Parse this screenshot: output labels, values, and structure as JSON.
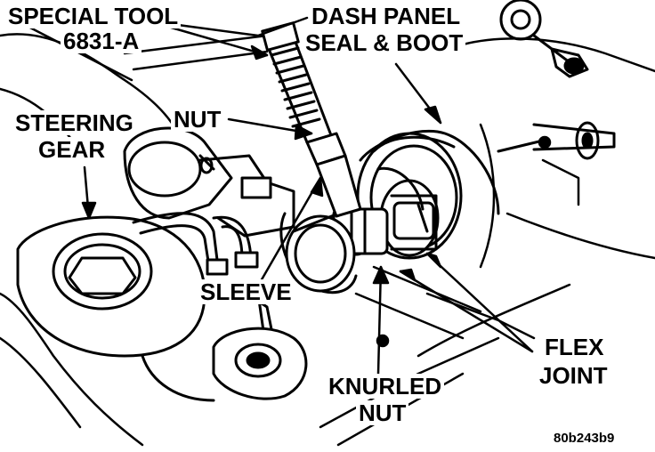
{
  "labels": {
    "special_tool": "SPECIAL TOOL",
    "tool_number": "6831-A",
    "dash_panel": "DASH PANEL",
    "seal_boot": "SEAL & BOOT",
    "steering": "STEERING",
    "gear": "GEAR",
    "nut": "NUT",
    "sleeve": "SLEEVE",
    "flex": "FLEX",
    "joint": "JOINT",
    "knurled": "KNURLED",
    "knurled_nut": "NUT"
  },
  "figure_code": "80b243b9",
  "colors": {
    "ink": "#000000",
    "paper": "#ffffff"
  }
}
